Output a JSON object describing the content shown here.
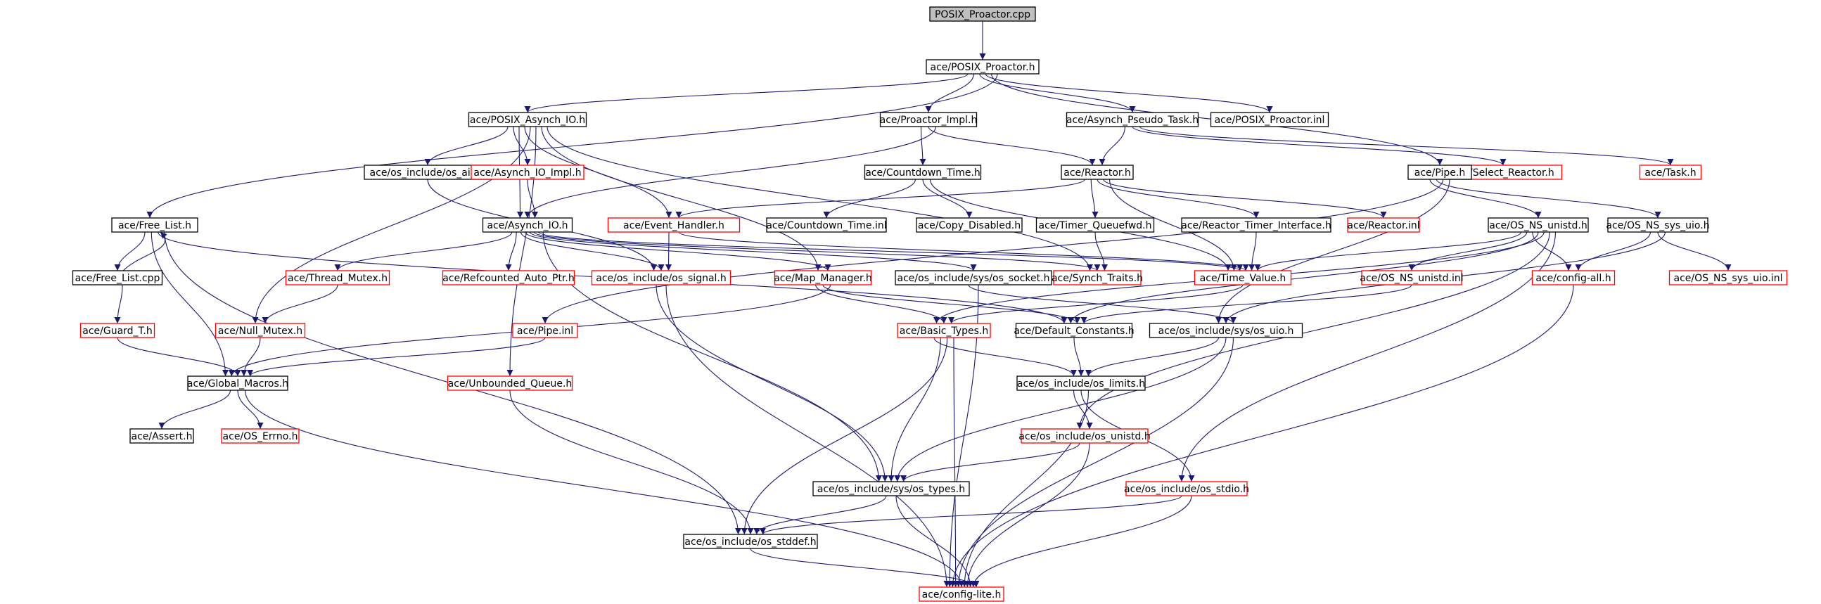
{
  "colors": {
    "root_fill": "#bfbfbf",
    "node_fill": "#ffffff",
    "documented_border": "#000000",
    "undocumented_border": "#ff0000",
    "edge": "#191970",
    "text": "#000000"
  },
  "nodes": [
    {
      "id": "n0",
      "label": "POSIX_Proactor.cpp",
      "style": "root"
    },
    {
      "id": "n1",
      "label": "ace/POSIX_Proactor.h",
      "style": "black"
    },
    {
      "id": "n2",
      "label": "ace/POSIX_Asynch_IO.h",
      "style": "black"
    },
    {
      "id": "n3",
      "label": "ace/Proactor_Impl.h",
      "style": "black"
    },
    {
      "id": "n4",
      "label": "ace/Asynch_Pseudo_Task.h",
      "style": "black"
    },
    {
      "id": "n5",
      "label": "ace/POSIX_Proactor.inl",
      "style": "black"
    },
    {
      "id": "n6",
      "label": "ace/os_include/os_aio.h",
      "style": "black"
    },
    {
      "id": "n7",
      "label": "ace/Asynch_IO_Impl.h",
      "style": "red"
    },
    {
      "id": "n8",
      "label": "ace/Countdown_Time.h",
      "style": "black"
    },
    {
      "id": "n9",
      "label": "ace/Reactor.h",
      "style": "black"
    },
    {
      "id": "n10",
      "label": "ace/Select_Reactor.h",
      "style": "red"
    },
    {
      "id": "n11",
      "label": "ace/Task.h",
      "style": "red"
    },
    {
      "id": "n12",
      "label": "ace/Pipe.h",
      "style": "black"
    },
    {
      "id": "n13",
      "label": "ace/Free_List.h",
      "style": "black"
    },
    {
      "id": "n14",
      "label": "ace/Asynch_IO.h",
      "style": "black"
    },
    {
      "id": "n15",
      "label": "ace/Event_Handler.h",
      "style": "red"
    },
    {
      "id": "n16",
      "label": "ace/Countdown_Time.inl",
      "style": "black"
    },
    {
      "id": "n17",
      "label": "ace/Copy_Disabled.h",
      "style": "black"
    },
    {
      "id": "n18",
      "label": "ace/Timer_Queuefwd.h",
      "style": "black"
    },
    {
      "id": "n19",
      "label": "ace/Reactor_Timer_Interface.h",
      "style": "black"
    },
    {
      "id": "n20",
      "label": "ace/Reactor.inl",
      "style": "red"
    },
    {
      "id": "n21",
      "label": "ace/OS_NS_unistd.h",
      "style": "black"
    },
    {
      "id": "n22",
      "label": "ace/OS_NS_sys_uio.h",
      "style": "black"
    },
    {
      "id": "n23",
      "label": "ace/Free_List.cpp",
      "style": "black"
    },
    {
      "id": "n24",
      "label": "ace/Thread_Mutex.h",
      "style": "red"
    },
    {
      "id": "n25",
      "label": "ace/Refcounted_Auto_Ptr.h",
      "style": "red"
    },
    {
      "id": "n26",
      "label": "ace/os_include/os_signal.h",
      "style": "red"
    },
    {
      "id": "n27",
      "label": "ace/Map_Manager.h",
      "style": "red"
    },
    {
      "id": "n28",
      "label": "ace/os_include/sys/os_socket.h",
      "style": "black"
    },
    {
      "id": "n29",
      "label": "ace/Synch_Traits.h",
      "style": "red"
    },
    {
      "id": "n30",
      "label": "ace/Time_Value.h",
      "style": "red"
    },
    {
      "id": "n31",
      "label": "ace/OS_NS_unistd.inl",
      "style": "red"
    },
    {
      "id": "n32",
      "label": "ace/config-all.h",
      "style": "red"
    },
    {
      "id": "n33",
      "label": "ace/OS_NS_sys_uio.inl",
      "style": "red"
    },
    {
      "id": "n34",
      "label": "ace/Guard_T.h",
      "style": "red"
    },
    {
      "id": "n35",
      "label": "ace/Null_Mutex.h",
      "style": "red"
    },
    {
      "id": "n36",
      "label": "ace/Pipe.inl",
      "style": "red"
    },
    {
      "id": "n37",
      "label": "ace/Basic_Types.h",
      "style": "red"
    },
    {
      "id": "n38",
      "label": "ace/Default_Constants.h",
      "style": "black"
    },
    {
      "id": "n39",
      "label": "ace/os_include/sys/os_uio.h",
      "style": "black"
    },
    {
      "id": "n40",
      "label": "ace/Global_Macros.h",
      "style": "black"
    },
    {
      "id": "n41",
      "label": "ace/Unbounded_Queue.h",
      "style": "red"
    },
    {
      "id": "n42",
      "label": "ace/os_include/os_limits.h",
      "style": "black"
    },
    {
      "id": "n43",
      "label": "ace/Assert.h",
      "style": "black"
    },
    {
      "id": "n44",
      "label": "ace/OS_Errno.h",
      "style": "red"
    },
    {
      "id": "n45",
      "label": "ace/os_include/os_unistd.h",
      "style": "red"
    },
    {
      "id": "n46",
      "label": "ace/os_include/sys/os_types.h",
      "style": "black"
    },
    {
      "id": "n47",
      "label": "ace/os_include/os_stdio.h",
      "style": "red"
    },
    {
      "id": "n48",
      "label": "ace/os_include/os_stddef.h",
      "style": "black"
    },
    {
      "id": "n49",
      "label": "ace/config-lite.h",
      "style": "red"
    }
  ],
  "edges": [
    [
      "n0",
      "n1"
    ],
    [
      "n1",
      "n2"
    ],
    [
      "n1",
      "n3"
    ],
    [
      "n1",
      "n4"
    ],
    [
      "n1",
      "n5"
    ],
    [
      "n1",
      "n12"
    ],
    [
      "n1",
      "n13"
    ],
    [
      "n2",
      "n6"
    ],
    [
      "n2",
      "n7"
    ],
    [
      "n2",
      "n14"
    ],
    [
      "n2",
      "n15"
    ],
    [
      "n2",
      "n35"
    ],
    [
      "n2",
      "n41"
    ],
    [
      "n2",
      "n27"
    ],
    [
      "n2",
      "n29"
    ],
    [
      "n3",
      "n8"
    ],
    [
      "n3",
      "n9"
    ],
    [
      "n3",
      "n14"
    ],
    [
      "n4",
      "n9"
    ],
    [
      "n4",
      "n10"
    ],
    [
      "n4",
      "n11"
    ],
    [
      "n6",
      "n26"
    ],
    [
      "n7",
      "n14"
    ],
    [
      "n8",
      "n16"
    ],
    [
      "n8",
      "n17"
    ],
    [
      "n8",
      "n30"
    ],
    [
      "n9",
      "n15"
    ],
    [
      "n9",
      "n18"
    ],
    [
      "n9",
      "n19"
    ],
    [
      "n9",
      "n20"
    ],
    [
      "n9",
      "n30"
    ],
    [
      "n12",
      "n21"
    ],
    [
      "n12",
      "n22"
    ],
    [
      "n12",
      "n36"
    ],
    [
      "n12",
      "n39"
    ],
    [
      "n13",
      "n23"
    ],
    [
      "n13",
      "n40"
    ],
    [
      "n13",
      "n38"
    ],
    [
      "n13",
      "n48"
    ],
    [
      "n14",
      "n24"
    ],
    [
      "n14",
      "n25"
    ],
    [
      "n14",
      "n26"
    ],
    [
      "n14",
      "n27"
    ],
    [
      "n14",
      "n28"
    ],
    [
      "n14",
      "n29"
    ],
    [
      "n14",
      "n30"
    ],
    [
      "n14",
      "n46"
    ],
    [
      "n15",
      "n26"
    ],
    [
      "n15",
      "n30"
    ],
    [
      "n18",
      "n29"
    ],
    [
      "n19",
      "n30"
    ],
    [
      "n21",
      "n30"
    ],
    [
      "n21",
      "n31"
    ],
    [
      "n21",
      "n32"
    ],
    [
      "n21",
      "n38"
    ],
    [
      "n21",
      "n37"
    ],
    [
      "n21",
      "n45"
    ],
    [
      "n21",
      "n47"
    ],
    [
      "n22",
      "n32"
    ],
    [
      "n22",
      "n33"
    ],
    [
      "n22",
      "n39"
    ],
    [
      "n23",
      "n13"
    ],
    [
      "n23",
      "n34"
    ],
    [
      "n24",
      "n35"
    ],
    [
      "n26",
      "n46"
    ],
    [
      "n26",
      "n49"
    ],
    [
      "n27",
      "n37"
    ],
    [
      "n27",
      "n38"
    ],
    [
      "n27",
      "n40"
    ],
    [
      "n28",
      "n39"
    ],
    [
      "n28",
      "n49"
    ],
    [
      "n30",
      "n37"
    ],
    [
      "n31",
      "n38"
    ],
    [
      "n32",
      "n49"
    ],
    [
      "n34",
      "n40"
    ],
    [
      "n35",
      "n40"
    ],
    [
      "n36",
      "n40"
    ],
    [
      "n37",
      "n42"
    ],
    [
      "n37",
      "n46"
    ],
    [
      "n37",
      "n48"
    ],
    [
      "n37",
      "n49"
    ],
    [
      "n38",
      "n42"
    ],
    [
      "n39",
      "n42"
    ],
    [
      "n39",
      "n46"
    ],
    [
      "n39",
      "n49"
    ],
    [
      "n40",
      "n43"
    ],
    [
      "n40",
      "n44"
    ],
    [
      "n40",
      "n49"
    ],
    [
      "n41",
      "n48"
    ],
    [
      "n42",
      "n45"
    ],
    [
      "n42",
      "n47"
    ],
    [
      "n42",
      "n49"
    ],
    [
      "n45",
      "n46"
    ],
    [
      "n45",
      "n49"
    ],
    [
      "n46",
      "n48"
    ],
    [
      "n46",
      "n49"
    ],
    [
      "n47",
      "n48"
    ],
    [
      "n47",
      "n49"
    ],
    [
      "n48",
      "n49"
    ]
  ]
}
